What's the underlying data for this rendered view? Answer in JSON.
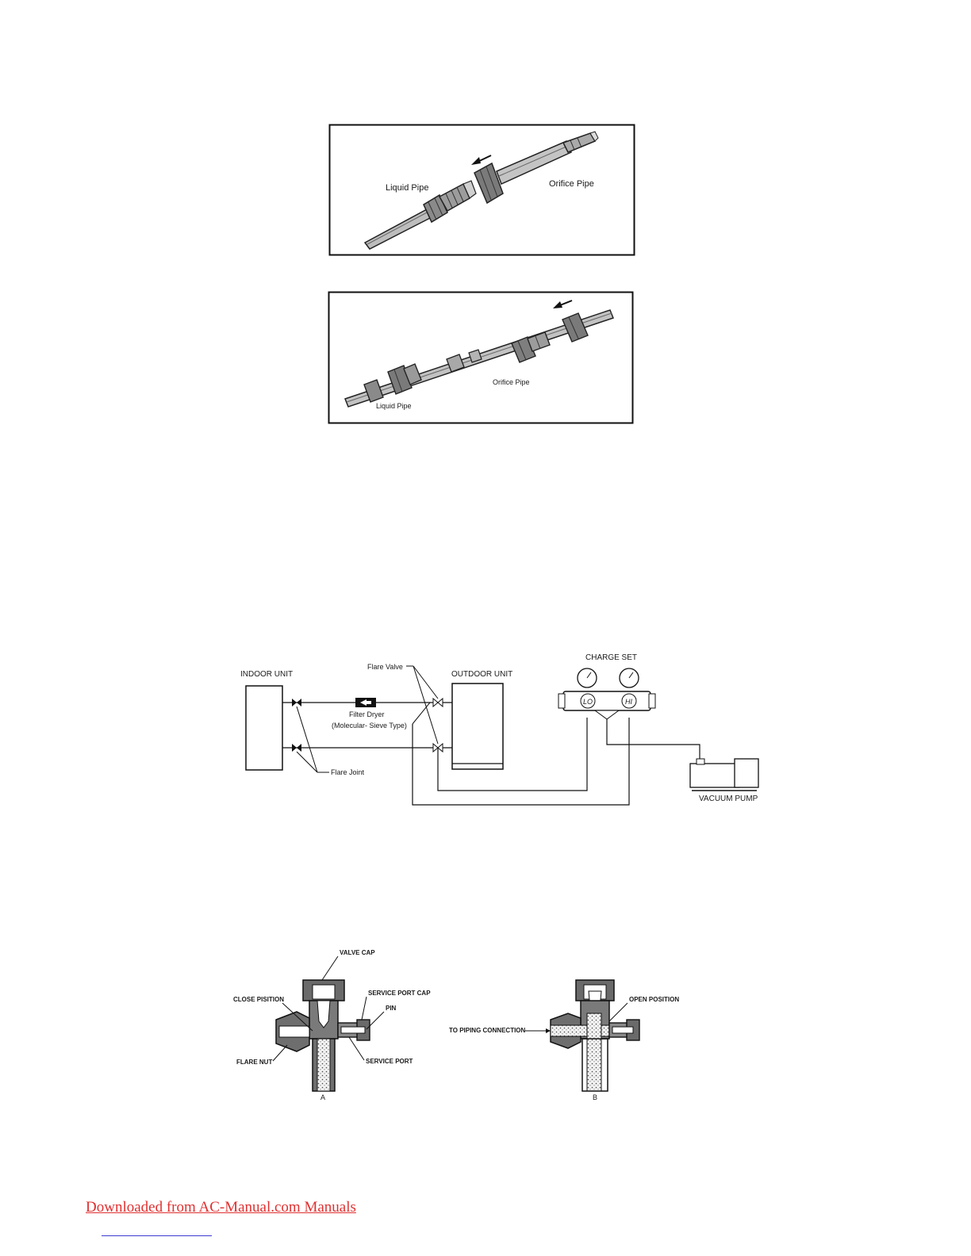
{
  "figure1": {
    "liquid_pipe_label": "Liquid Pipe",
    "orifice_pipe_label": "Orifice Pipe"
  },
  "figure2": {
    "liquid_pipe_label": "Liquid Pipe",
    "orifice_pipe_label": "Orifice Pipe"
  },
  "piping_diagram": {
    "indoor_unit": "INDOOR UNIT",
    "outdoor_unit": "OUTDOOR UNIT",
    "charge_set": "CHARGE SET",
    "flare_valve": "Flare Valve",
    "filter_dryer_line1": "Filter Dryer",
    "filter_dryer_line2": "(Molecular- Sieve Type)",
    "flare_joint": "Flare Joint",
    "vacuum_pump": "VACUUM PUMP",
    "gauge_lo": "LO",
    "gauge_hi": "HI"
  },
  "valve_diagram": {
    "valve_cap": "VALVE CAP",
    "close_position": "CLOSE PISITION",
    "service_port_cap": "SERVICE PORT CAP",
    "pin": "PIN",
    "flare_nut": "FLARE NUT",
    "service_port": "SERVICE PORT",
    "label_a": "A",
    "open_position": "OPEN POSITION",
    "to_piping_connection": "TO PIPING CONNECTION",
    "label_b": "B"
  },
  "footer": {
    "link_text": "Downloaded from AC-Manual.com Manuals"
  }
}
